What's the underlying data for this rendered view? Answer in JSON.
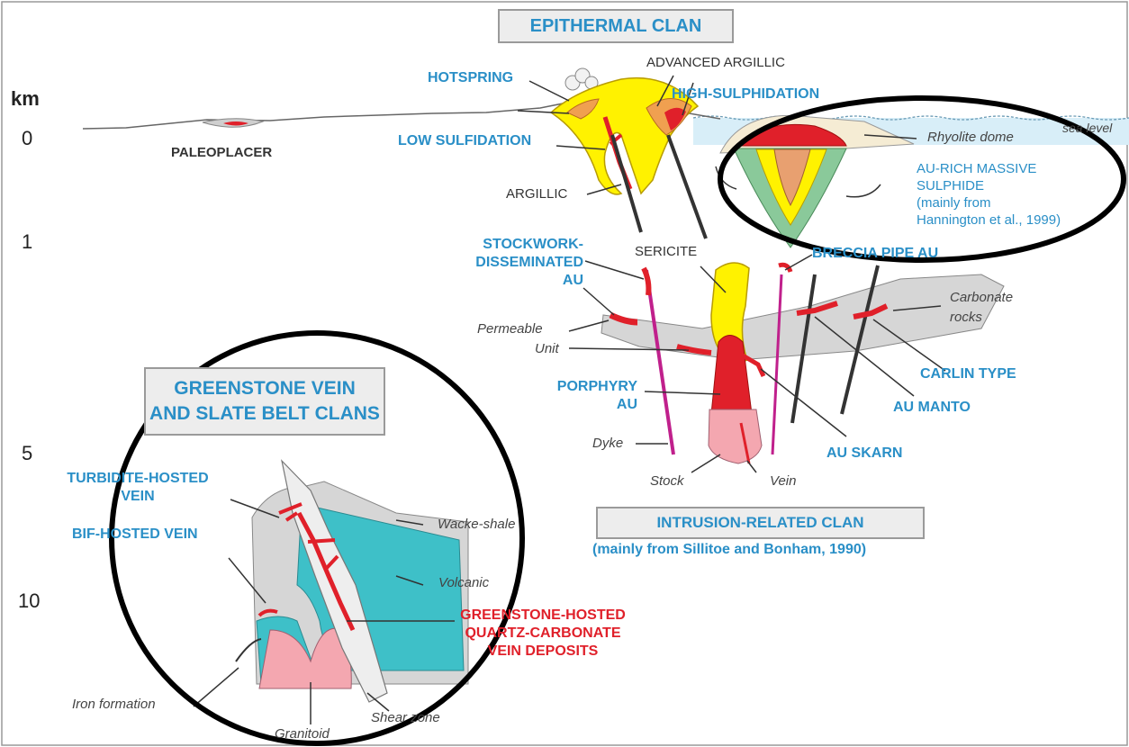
{
  "axis": {
    "unit": "km",
    "ticks": [
      "0",
      "1",
      "5",
      "10"
    ]
  },
  "titles": {
    "epithermal": "EPITHERMAL CLAN",
    "greenstone_line1": "GREENSTONE VEIN",
    "greenstone_line2": "AND SLATE BELT CLANS",
    "intrusion": "INTRUSION-RELATED CLAN",
    "intrusion_source": "(mainly from Sillitoe and Bonham, 1990)"
  },
  "labels": {
    "paleoplacer": "PALEOPLACER",
    "hotspring": "HOTSPRING",
    "advanced_argillic": "ADVANCED ARGILLIC",
    "high_sulphidation": "HIGH-SULPHIDATION",
    "low_sulfidation": "LOW SULFIDATION",
    "argillic": "ARGILLIC",
    "sea_level": "sea level",
    "rhyolite_dome": "Rhyolite dome",
    "au_rich_1": "AU-RICH MASSIVE",
    "au_rich_2": "SULPHIDE",
    "au_rich_3": "(mainly from",
    "au_rich_4": "Hannington et al., 1999)",
    "stockwork_1": "STOCKWORK-",
    "stockwork_2": "DISSEMINATED",
    "stockwork_3": "AU",
    "sericite": "SERICITE",
    "breccia_pipe": "BRECCIA PIPE AU",
    "carbonate_1": "Carbonate",
    "carbonate_2": "rocks",
    "permeable": "Permeable",
    "unit": "Unit",
    "carlin": "CARLIN TYPE",
    "porphyry_1": "PORPHYRY",
    "porphyry_2": "AU",
    "au_manto": "AU MANTO",
    "au_skarn": "AU SKARN",
    "dyke": "Dyke",
    "stock": "Stock",
    "vein": "Vein",
    "turbidite_1": "TURBIDITE-HOSTED",
    "turbidite_2": "VEIN",
    "bif": "BIF-HOSTED VEIN",
    "wacke": "Wacke-shale",
    "volcanic": "Volcanic",
    "greenstone_hosted_1": "GREENSTONE-HOSTED",
    "greenstone_hosted_2": "QUARTZ-CARBONATE",
    "greenstone_hosted_3": "VEIN DEPOSITS",
    "iron_formation": "Iron formation",
    "granitoid": "Granitoid",
    "shear_zone": "Shear zone"
  },
  "colors": {
    "ore": "#e0202a",
    "alteration": "#fff200",
    "advanced_argillic": "#f0a050",
    "sea": "#d8eef8",
    "greenstone": "#3ec0c8",
    "granitoid": "#f4a7b0",
    "host_rock": "#d6d6d6",
    "dyke": "#c0208c",
    "label_blue": "#2a8fc7"
  }
}
